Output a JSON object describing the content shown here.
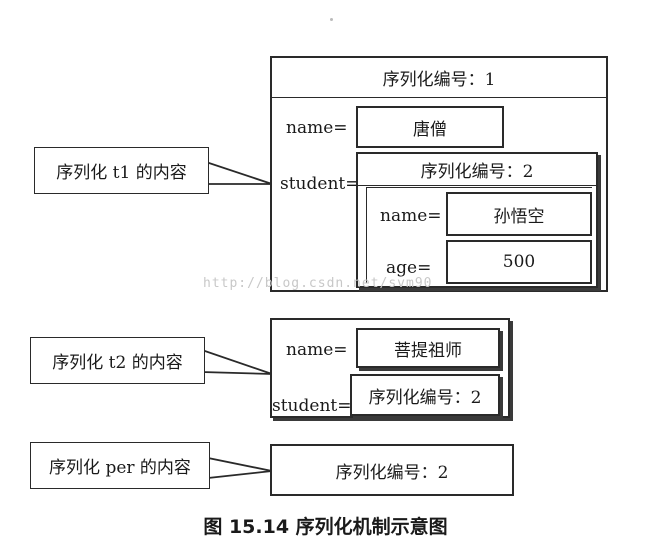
{
  "callouts": {
    "t1": "序列化 t1 的内容",
    "t2": "序列化 t2 的内容",
    "per": "序列化 per 的内容"
  },
  "t1": {
    "header": "序列化编号：1",
    "name_label": "name=",
    "name_value": "唐僧",
    "student_label": "student=",
    "student_header": "序列化编号：2",
    "student_name_label": "name=",
    "student_name_value": "孙悟空",
    "student_age_label": "age=",
    "student_age_value": "500"
  },
  "t2": {
    "name_label": "name=",
    "name_value": "菩提祖师",
    "student_label": "student=",
    "student_ref": "序列化编号：2"
  },
  "per": {
    "ref": "序列化编号：2"
  },
  "caption": "图 15.14   序列化机制示意图",
  "watermark": "http://blog.csdn.net/svm90"
}
